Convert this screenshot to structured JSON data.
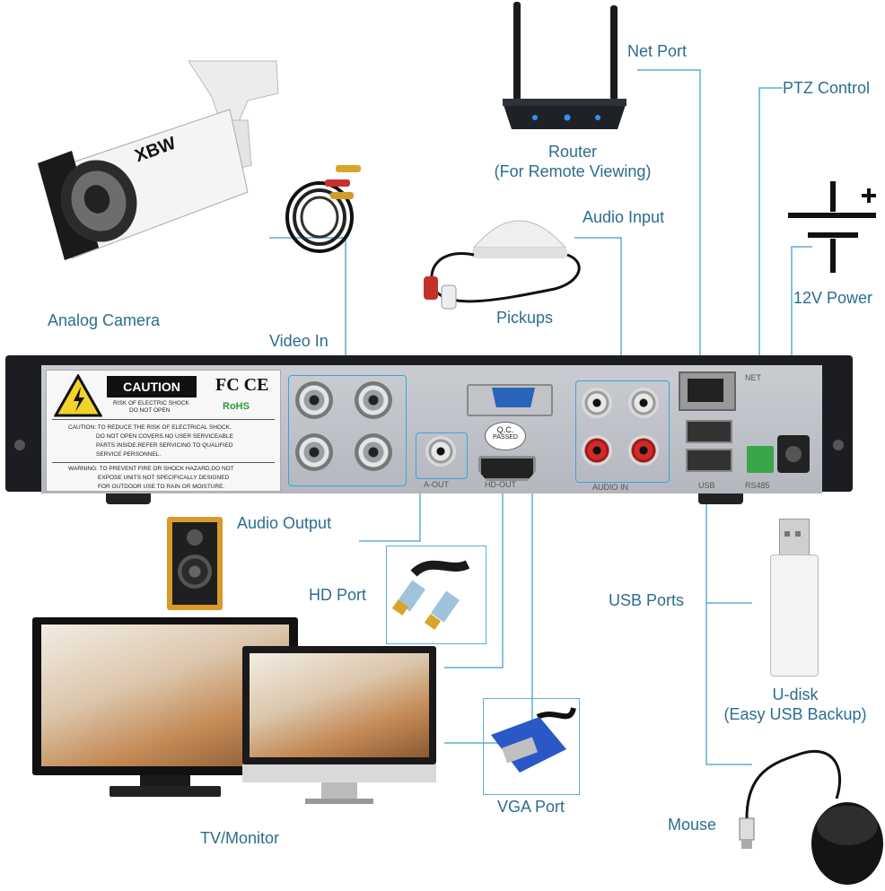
{
  "labels": {
    "net_port": "Net Port",
    "ptz_control": "PTZ Control",
    "router": "Router",
    "router_sub": "(For Remote Viewing)",
    "audio_input": "Audio Input",
    "power": "12V Power",
    "analog_camera": "Analog Camera",
    "pickups": "Pickups",
    "video_in": "Video In",
    "audio_output": "Audio Output",
    "hd_port": "HD Port",
    "usb_ports": "USB Ports",
    "u_disk": "U-disk",
    "u_disk_sub": "(Easy USB Backup)",
    "vga_port": "VGA Port",
    "mouse": "Mouse",
    "tv_monitor": "TV/Monitor"
  },
  "camera_brand": "XBW",
  "dvr": {
    "sticker": {
      "caution": "CAUTION",
      "risk_line1": "RISK OF ELECTRIC SHOCK",
      "risk_line2": "DO NOT OPEN",
      "certs": "FC CE",
      "rohs": "RoHS",
      "caution_text": [
        "CAUTION: TO REDUCE THE RISK OF ELECTRICAL SHOCK,",
        "DO NOT OPEN COVERS.NO USER SERVICEABLE",
        "PARTS INSIDE.REFER SERVICING TO QUALIFIED",
        "SERVICE PERSONNEL."
      ],
      "warning_text": [
        "WARNING: TO PREVENT FIRE OR SHOCK HAZARD,DO NOT",
        "EXPOSE UNITS NOT SPECIFICALLY DESIGNED",
        "FOR OUTDOOR USE TO RAIN OR MOISTURE."
      ]
    },
    "qc_top": "Q.C.",
    "qc_bottom": "PASSED",
    "port_labels": {
      "a_out": "A-OUT",
      "hd_out": "HD-OUT",
      "audio_in": "AUDIO IN",
      "usb": "USB",
      "rs485": "RS485",
      "net": "NET"
    }
  },
  "colors": {
    "label": "#2c6d8e",
    "connector_line": "#5aaed8",
    "highlight": "#3aa2de"
  }
}
